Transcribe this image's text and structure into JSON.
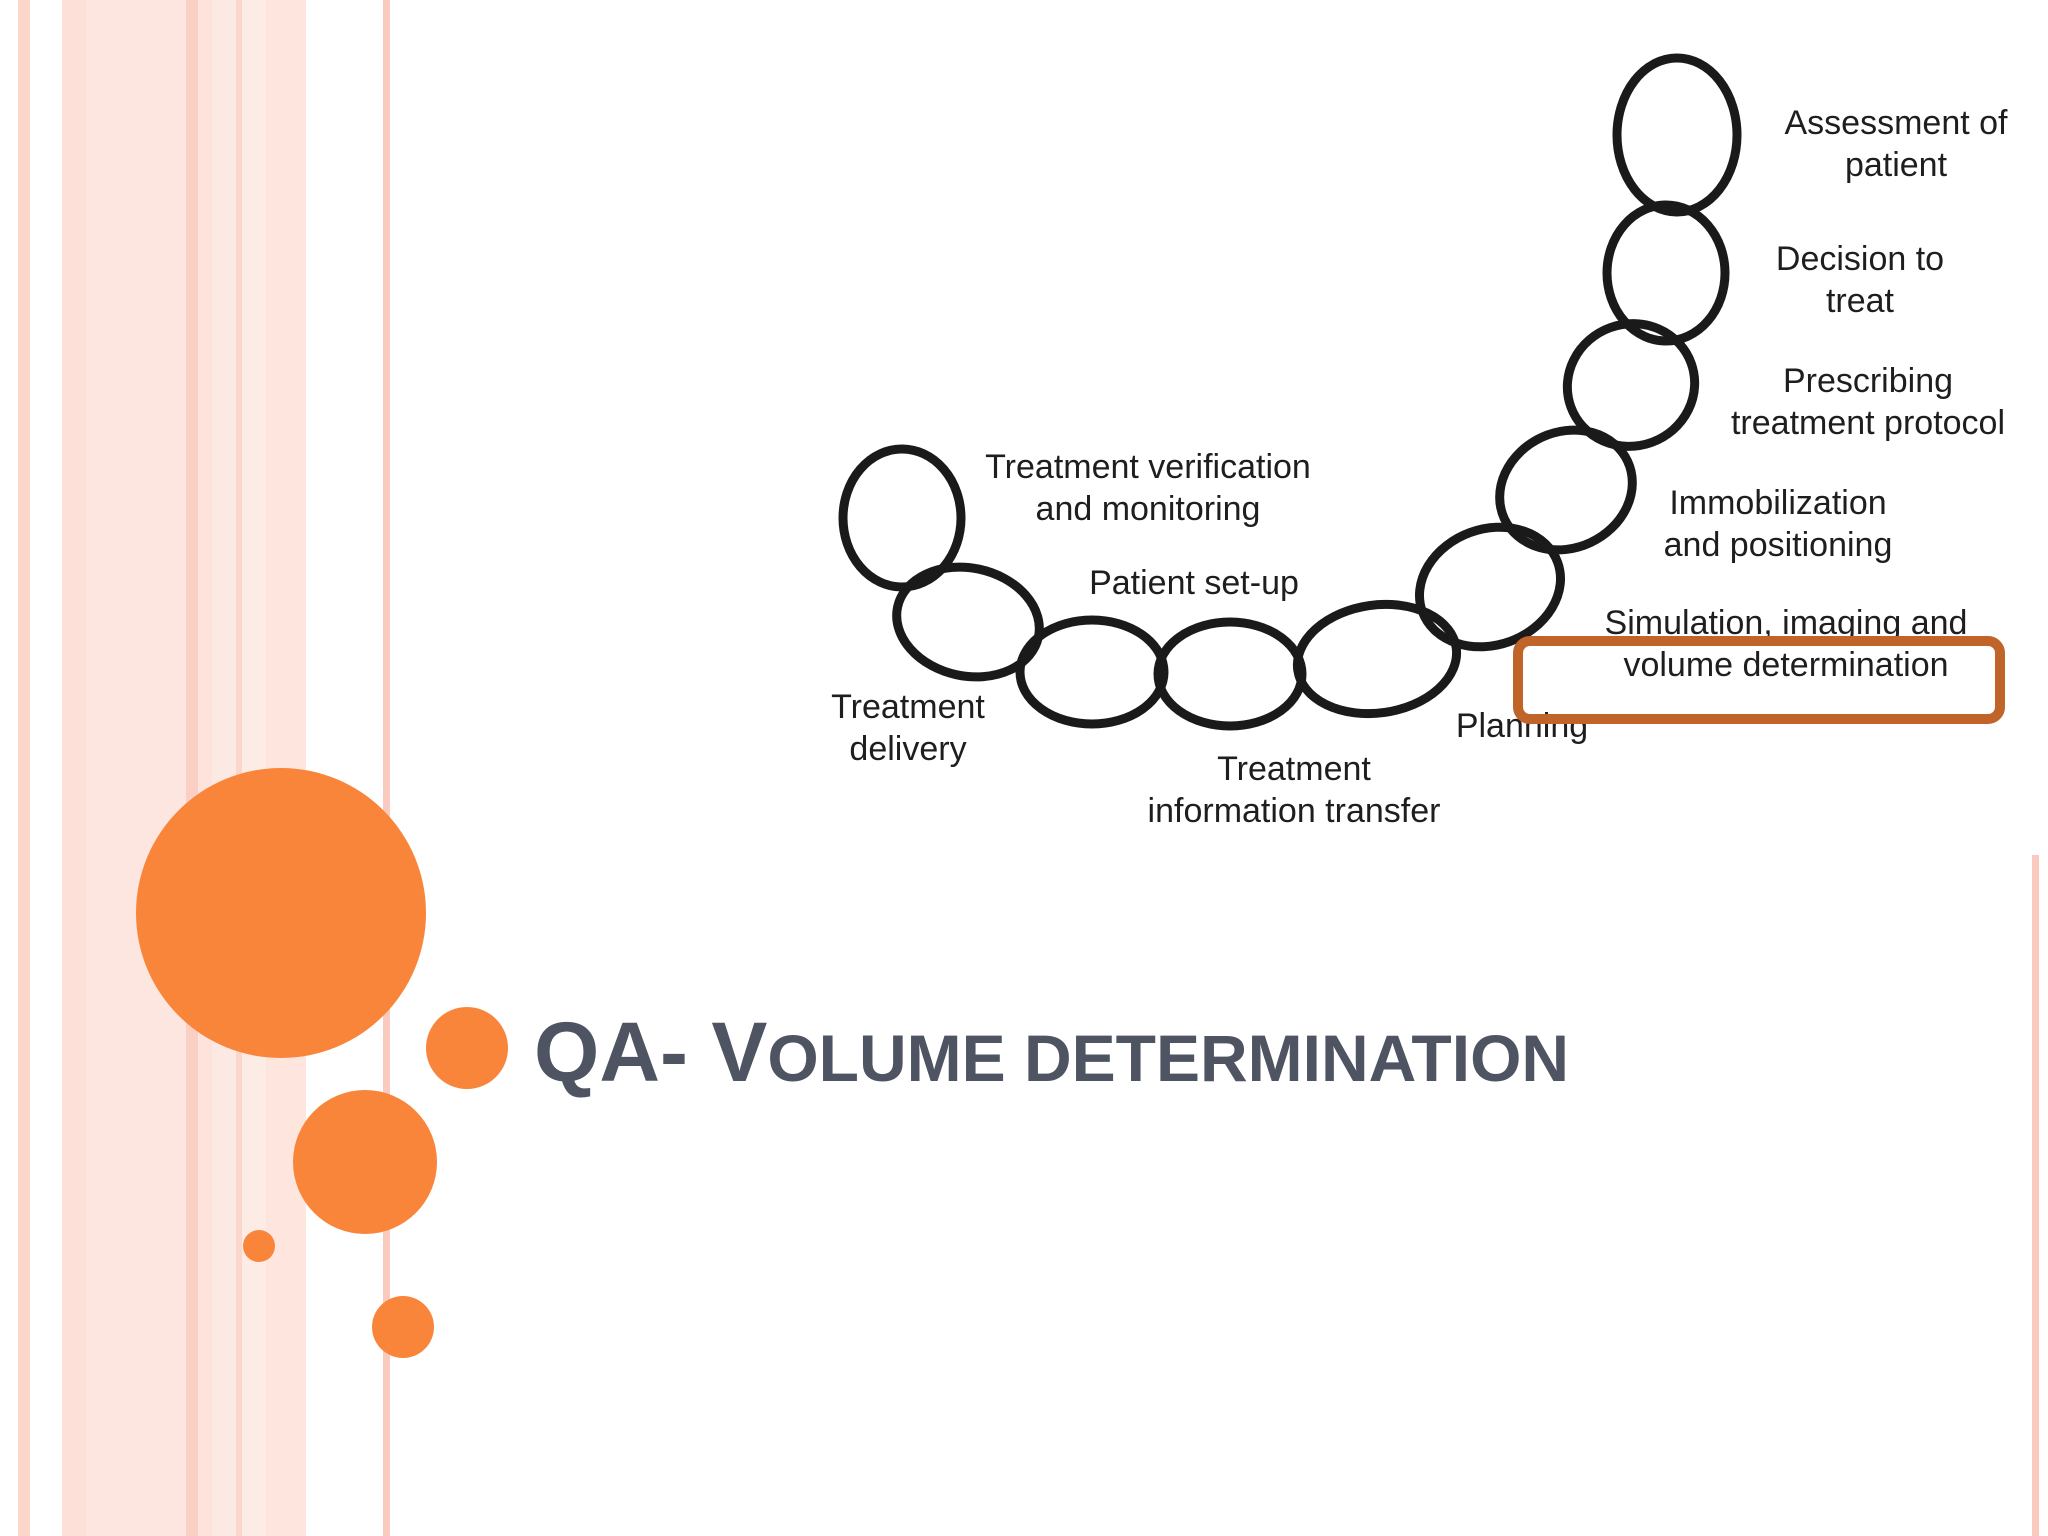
{
  "slide": {
    "title_prefix": "QA- ",
    "title_initial": "V",
    "title_rest": "OLUME DETERMINATION"
  },
  "diagram": {
    "highlighted_step": "Simulation, imaging and volume determination",
    "steps": [
      {
        "id": "assessment",
        "lines": [
          "Assessment of",
          "patient"
        ]
      },
      {
        "id": "decision",
        "lines": [
          "Decision to",
          "treat"
        ]
      },
      {
        "id": "prescribing",
        "lines": [
          "Prescribing",
          "treatment protocol"
        ]
      },
      {
        "id": "immobilization",
        "lines": [
          "Immobilization",
          "and positioning"
        ]
      },
      {
        "id": "simulation",
        "lines": [
          "Simulation, imaging and",
          "volume determination"
        ]
      },
      {
        "id": "planning",
        "lines": [
          "Planning"
        ]
      },
      {
        "id": "transfer",
        "lines": [
          "Treatment",
          "information transfer"
        ]
      },
      {
        "id": "setup",
        "lines": [
          "Patient set-up"
        ]
      },
      {
        "id": "verification",
        "lines": [
          "Treatment verification",
          "and monitoring"
        ]
      },
      {
        "id": "delivery",
        "lines": [
          "Treatment",
          "delivery"
        ]
      }
    ]
  },
  "colors": {
    "accent_orange": "#f9853a",
    "highlight_box": "#c0642a",
    "stripe_light": "#fde3dc",
    "stripe_mid": "#fbcfc3",
    "chain_stroke": "#1a1a1a",
    "title_text": "#4f5462"
  }
}
